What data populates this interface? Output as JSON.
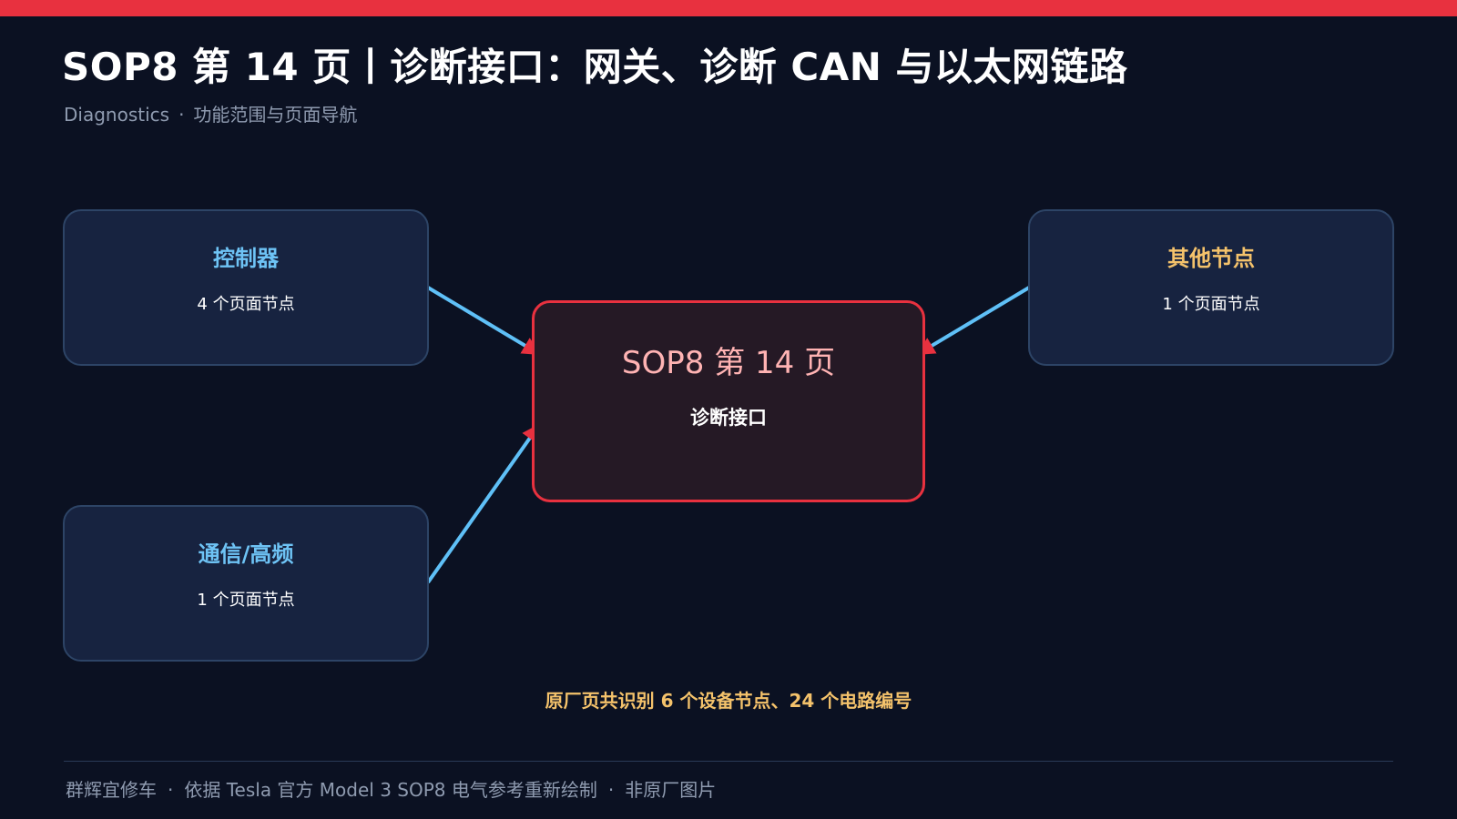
{
  "header": {
    "title": "SOP8 第 14 页丨诊断接口：网关、诊断 CAN 与以太网链路",
    "subtitle_en": "Diagnostics",
    "subtitle_sep": "·",
    "subtitle_cn": "功能范围与页面导航"
  },
  "nodes": {
    "controllers": {
      "title": "控制器",
      "count": "4 个页面节点"
    },
    "comms": {
      "title": "通信/高频",
      "count": "1 个页面节点"
    },
    "others": {
      "title": "其他节点",
      "count": "1 个页面节点"
    }
  },
  "center": {
    "title": "SOP8 第 14 页",
    "subtitle": "诊断接口"
  },
  "summary": "原厂页共识别 6 个设备节点、24 个电路编号",
  "footer": {
    "brand": "群辉宜修车",
    "sep": "·",
    "credit": "依据 Tesla 官方 Model 3 SOP8 电气参考重新绘制",
    "note": "非原厂图片"
  },
  "colors": {
    "accent": "#e8313f",
    "background": "#0b1122",
    "node_fill": "#172340",
    "node_border": "#2d4466",
    "link": "#5fc0f7",
    "blue_label": "#6ec3f5",
    "gold_label": "#f4c26b",
    "muted_text": "#8f9bb0"
  }
}
